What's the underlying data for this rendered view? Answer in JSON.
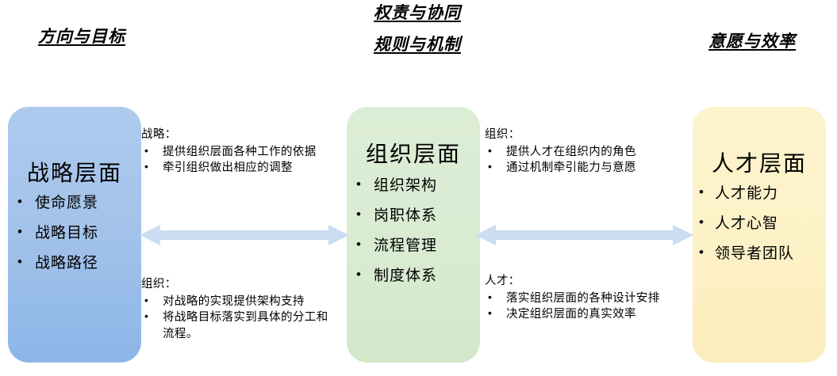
{
  "headers": {
    "left": "方向与目标",
    "middle_line1": "权责与协同",
    "middle_line2": "规则与机制",
    "right": "意愿与效率"
  },
  "pillars": [
    {
      "id": "strategy",
      "title": "战略层面",
      "color": "#a8c6ed",
      "items": [
        "使命愿景",
        "战略目标",
        "战略路径"
      ]
    },
    {
      "id": "organization",
      "title": "组织层面",
      "color": "#dcedd5",
      "items": [
        "组织架构",
        "岗职体系",
        "流程管理",
        "制度体系"
      ]
    },
    {
      "id": "talent",
      "title": "人才层面",
      "color": "#fdf3cd",
      "items": [
        "人才能力",
        "人才心智",
        "领导者团队"
      ]
    }
  ],
  "notes": [
    {
      "id": "strategy-to-organization",
      "title": "战略：",
      "items": [
        "提供组织层面各种工作的依据",
        "牵引组织做出相应的调整"
      ]
    },
    {
      "id": "organization-to-strategy",
      "title": "组织：",
      "items": [
        "对战略的实现提供架构支持",
        "将战略目标落实到具体的分工和流程。"
      ]
    },
    {
      "id": "organization-to-talent",
      "title": "组织：",
      "items": [
        "提供人才在组织内的角色",
        "通过机制牵引能力与意愿"
      ]
    },
    {
      "id": "talent-to-organization",
      "title": "人才：",
      "items": [
        "落实组织层面的各种设计安排",
        "决定组织层面的真实效率"
      ]
    }
  ],
  "arrows": {
    "color": "#ccdcf2",
    "left_label": "战略-组织双向箭头",
    "right_label": "组织-人才双向箭头"
  }
}
